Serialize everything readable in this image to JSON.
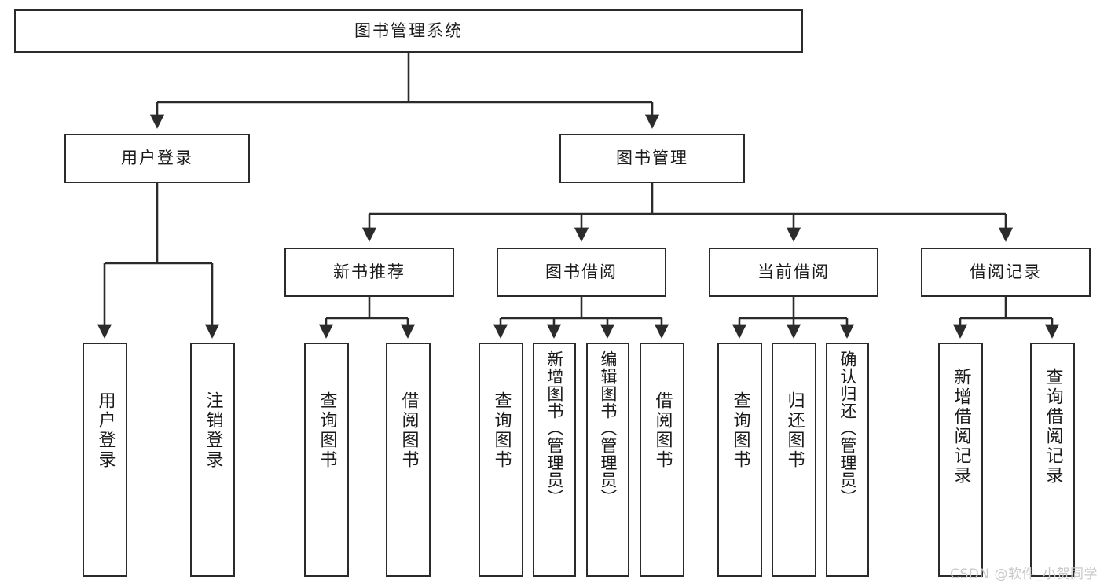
{
  "diagram": {
    "title": "图书管理系统",
    "type": "tree",
    "watermark": "CSDN @软件_小贺同学",
    "line_color": "#2b2b2b",
    "box_fill": "#ffffff",
    "text_color": "#1a1a1a",
    "watermark_color": "#c9c9c9"
  },
  "nodes": {
    "root": {
      "label": "图书管理系统"
    },
    "level2": [
      {
        "id": "user-login",
        "label": "用户登录"
      },
      {
        "id": "book-manage",
        "label": "图书管理"
      }
    ],
    "level3": [
      {
        "id": "new-book-recommend",
        "label": "新书推荐"
      },
      {
        "id": "book-borrow",
        "label": "图书借阅"
      },
      {
        "id": "current-borrow",
        "label": "当前借阅"
      },
      {
        "id": "borrow-record",
        "label": "借阅记录"
      }
    ],
    "leaves": {
      "user_login": [
        {
          "id": "leaf-user-login",
          "label": "用户登录"
        },
        {
          "id": "leaf-logout-login",
          "label": "注销登录"
        }
      ],
      "new_book_recommend": [
        {
          "id": "leaf-query-book-1",
          "label": "查询图书"
        },
        {
          "id": "leaf-borrow-book-1",
          "label": "借阅图书"
        }
      ],
      "book_borrow": [
        {
          "id": "leaf-query-book-2",
          "label": "查询图书"
        },
        {
          "id": "leaf-add-book",
          "label": "新增图书（管理员）"
        },
        {
          "id": "leaf-edit-book",
          "label": "编辑图书（管理员）"
        },
        {
          "id": "leaf-borrow-book-2",
          "label": "借阅图书"
        }
      ],
      "current_borrow": [
        {
          "id": "leaf-query-book-3",
          "label": "查询图书"
        },
        {
          "id": "leaf-return-book",
          "label": "归还图书"
        },
        {
          "id": "leaf-confirm-return",
          "label": "确认归还（管理员）"
        }
      ],
      "borrow_record": [
        {
          "id": "leaf-add-record",
          "label": "新增借阅记录"
        },
        {
          "id": "leaf-query-record",
          "label": "查询借阅记录"
        }
      ]
    }
  }
}
